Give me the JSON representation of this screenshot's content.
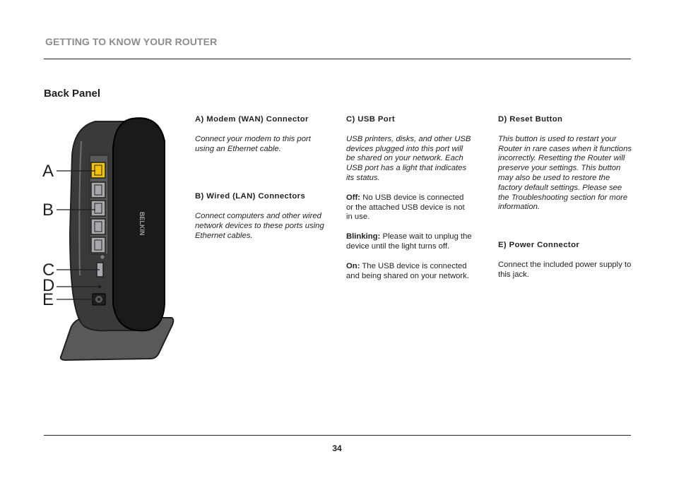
{
  "header": {
    "title": "GETTING TO KNOW YOUR ROUTER"
  },
  "section": {
    "title": "Back Panel"
  },
  "figure": {
    "labels": [
      "A",
      "B",
      "C",
      "D",
      "E"
    ],
    "brand": "BELKIN"
  },
  "col1": {
    "a_heading": "A) Modem (WAN) Connector",
    "a_text": "Connect your modem to this port using an Ethernet cable.",
    "b_heading": "B) Wired (LAN) Connectors",
    "b_text": "Connect computers and other wired network devices to these ports using Ethernet cables."
  },
  "col2": {
    "c_heading": "C) USB Port",
    "c_text": "USB printers, disks, and other USB devices plugged into this port will be shared on your network. Each USB port has a light that indicates its status.",
    "off_label": "Off:",
    "off_text": "No USB device is connected or the attached USB device is not in use.",
    "blink_label": "Blinking:",
    "blink_text": "Please wait to unplug the device until the light turns off.",
    "on_label": "On:",
    "on_text": "The USB device is connected and being shared on your network."
  },
  "col3": {
    "d_heading": "D) Reset Button",
    "d_text": "This button is used to restart your Router in rare cases when it functions incorrectly. Resetting the Router will preserve your settings. This button may also be used to restore the factory default settings. Please see the Troubleshooting section for more information.",
    "e_heading": "E) Power Connector",
    "e_text": "Connect the included power supply to this jack."
  },
  "footer": {
    "page_number": "34"
  }
}
